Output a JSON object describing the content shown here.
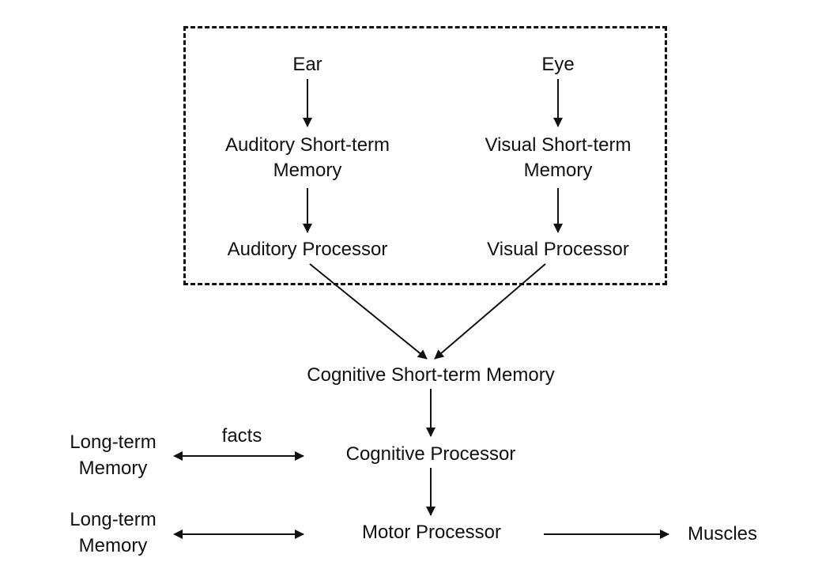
{
  "labels": {
    "ear": "Ear",
    "eye": "Eye",
    "auditory_stm": [
      "Auditory Short-term",
      "Memory"
    ],
    "visual_stm": [
      "Visual Short-term",
      "Memory"
    ],
    "auditory_processor": "Auditory Processor",
    "visual_processor": "Visual Processor",
    "cognitive_stm": "Cognitive Short-term Memory",
    "cognitive_processor": "Cognitive Processor",
    "motor_processor": "Motor Processor",
    "muscles": "Muscles",
    "ltm_top": [
      "Long-term",
      "Memory"
    ],
    "ltm_bottom": [
      "Long-term",
      "Memory"
    ],
    "facts": "facts"
  },
  "colors": {
    "ink": "#111111",
    "background": "#ffffff"
  }
}
